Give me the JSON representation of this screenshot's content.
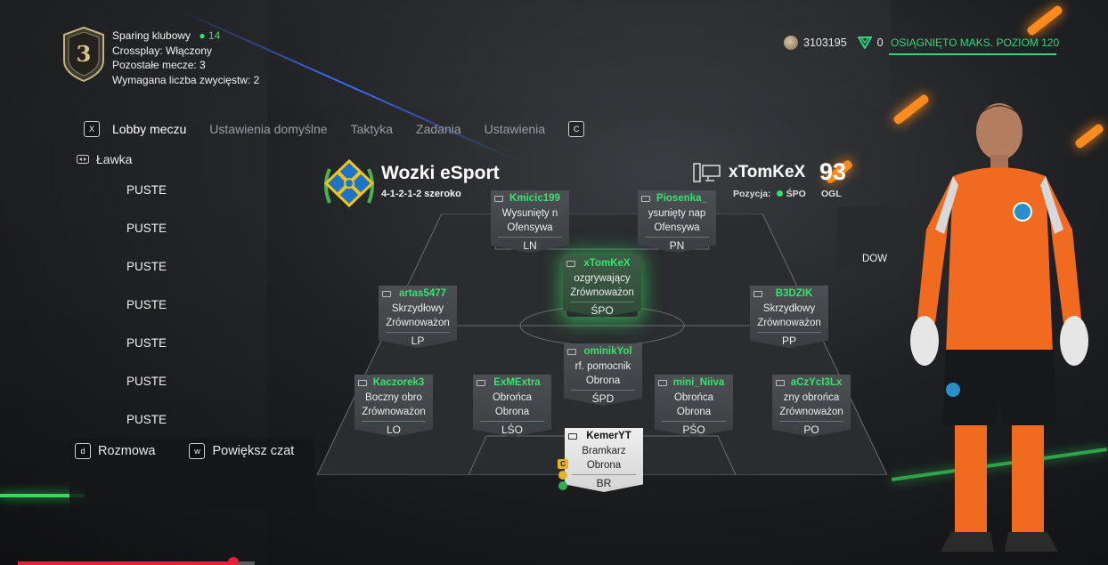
{
  "event": {
    "rank": "3",
    "title": "Sparing klubowy",
    "online": "14",
    "crossplay": "Crossplay: Włączony",
    "remaining": "Pozostałe mecze: 3",
    "wins_required": "Wymagana liczba zwycięstw: 2"
  },
  "currency": {
    "coins": "3103195",
    "points": "0",
    "level_status": "OSIĄGNIĘTO MAKS. POZIOM 120"
  },
  "nav": {
    "left_key": "X",
    "right_key": "C",
    "tabs": [
      "Lobby meczu",
      "Ustawienia domyślne",
      "Taktyka",
      "Zadania",
      "Ustawienia"
    ]
  },
  "bench": {
    "title": "Ławka",
    "slots": [
      "PUSTE",
      "PUSTE",
      "PUSTE",
      "PUSTE",
      "PUSTE",
      "PUSTE",
      "PUSTE"
    ]
  },
  "chat": {
    "talk_key": "d",
    "talk_label": "Rozmowa",
    "zoom_key": "w",
    "zoom_label": "Powiększ czat"
  },
  "team": {
    "name": "Wozki eSport",
    "formation": "4-1-2-1-2 szeroko"
  },
  "player": {
    "name": "xTomKeX",
    "position_label": "Pozycja:",
    "position": "ŚPO",
    "ovr": "93",
    "ovr_label": "OGL"
  },
  "side_slot": {
    "label": "DOW"
  },
  "lineup": [
    {
      "id": "ln",
      "name": "Kmicic199",
      "role": "Wysunięty n",
      "style": "Ofensywa",
      "pos": "LN"
    },
    {
      "id": "pn",
      "name": "Piosenka_",
      "role": "ysunięty nap",
      "style": "Ofensywa",
      "pos": "PN"
    },
    {
      "id": "spo",
      "name": "xTomKeX",
      "role": "ozgrywający",
      "style": "Zrównoważon",
      "pos": "ŚPO",
      "highlight": true
    },
    {
      "id": "lp",
      "name": "artas5477",
      "role": "Skrzydłowy",
      "style": "Zrównoważon",
      "pos": "LP"
    },
    {
      "id": "pp",
      "name": "B3DZIK",
      "role": "Skrzydłowy",
      "style": "Zrównoważon",
      "pos": "PP"
    },
    {
      "id": "spd",
      "name": "ominikYol",
      "role": "rf. pomocnik",
      "style": "Obrona",
      "pos": "ŚPD"
    },
    {
      "id": "lo",
      "name": "Kaczorek3",
      "role": "Boczny obro",
      "style": "Zrównoważon",
      "pos": "LO"
    },
    {
      "id": "lso",
      "name": "ExMExtra",
      "role": "Obrońca",
      "style": "Obrona",
      "pos": "LŚO"
    },
    {
      "id": "pso",
      "name": "mini_Niiva",
      "role": "Obrońca",
      "style": "Obrona",
      "pos": "PŚO"
    },
    {
      "id": "po",
      "name": "aCzYcI3Lx",
      "role": "zny obrońca",
      "style": "Zrównoważon",
      "pos": "PO"
    },
    {
      "id": "br",
      "name": "KemerYT",
      "role": "Bramkarz",
      "style": "Obrona",
      "pos": "BR",
      "goalkeeper": true
    }
  ],
  "captain_badge": "C",
  "colors": {
    "accent_green": "#37e36a",
    "highlight_glow": "#3cff6e",
    "progress_red": "#e8213a",
    "kit_orange": "#f06a1f"
  },
  "video_progress": 0.91
}
